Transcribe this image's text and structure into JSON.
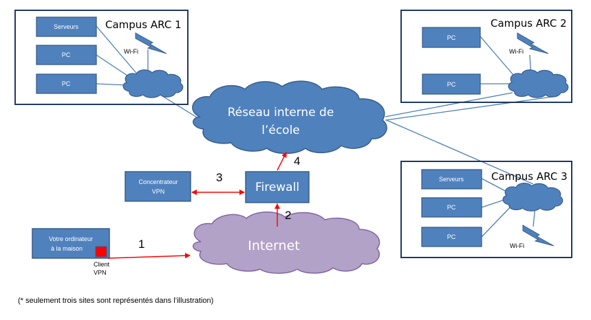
{
  "campus1": {
    "title": "Campus ARC 1",
    "servers_label": "Serveurs",
    "pc1_label": "PC",
    "pc2_label": "PC",
    "wifi_label": "Wi-Fi"
  },
  "campus2": {
    "title": "Campus ARC 2",
    "pc1_label": "PC",
    "pc2_label": "PC",
    "wifi_label": "Wi-Fi"
  },
  "campus3": {
    "title": "Campus ARC 3",
    "servers_label": "Serveurs",
    "pc1_label": "PC",
    "pc2_label": "PC",
    "wifi_label": "Wi-Fi"
  },
  "school_network": {
    "line1": "Réseau interne de",
    "line2": "l’école"
  },
  "internet": {
    "label": "Internet"
  },
  "firewall": {
    "label": "Firewall"
  },
  "vpn_concentrator": {
    "line1": "Concentrateur",
    "line2": "VPN"
  },
  "home_computer": {
    "line1": "Votre ordinateur",
    "line2": "à la maison"
  },
  "vpn_client": {
    "line1": "Client",
    "line2": "VPN"
  },
  "steps": {
    "s1": "1",
    "s2": "2",
    "s3": "3",
    "s4": "4"
  },
  "footnote": "(* seulement trois sites sont représentés dans l’illustration)",
  "colors": {
    "box_fill": "#4f81bd",
    "box_stroke": "#385d8a",
    "cloud_blue": "#4f81bd",
    "cloud_purple": "#b3a2c7",
    "arrow_red": "#ff0000",
    "line_blue": "#4a7ebb",
    "wifi_fill": "#4f81bd",
    "client_red": "#ff0000"
  }
}
